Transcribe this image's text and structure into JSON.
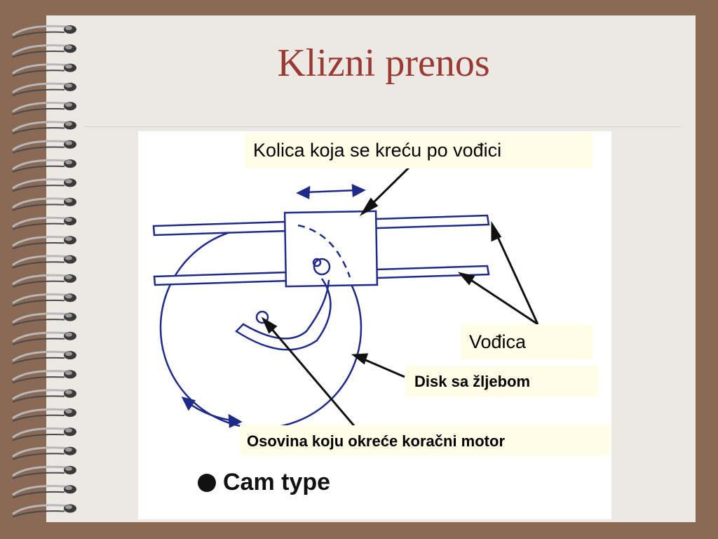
{
  "slide": {
    "title": "Klizni prenos"
  },
  "labels": {
    "kolica": "Kolica koja se kreću po vođici",
    "vodica": "Vođica",
    "disk": "Disk sa žljebom",
    "osovina": "Osovina koju okreće koračni motor"
  },
  "figure": {
    "caption": "Cam type",
    "icons": [
      "bullet-dot-icon",
      "double-arrow-icon",
      "curved-arrow-icon"
    ]
  },
  "colors": {
    "background": "#8a6a55",
    "slide": "#ece8e4",
    "title": "#9b3a33",
    "diagram_ink": "#1f2a8a",
    "label_bg": "#fffde6"
  }
}
